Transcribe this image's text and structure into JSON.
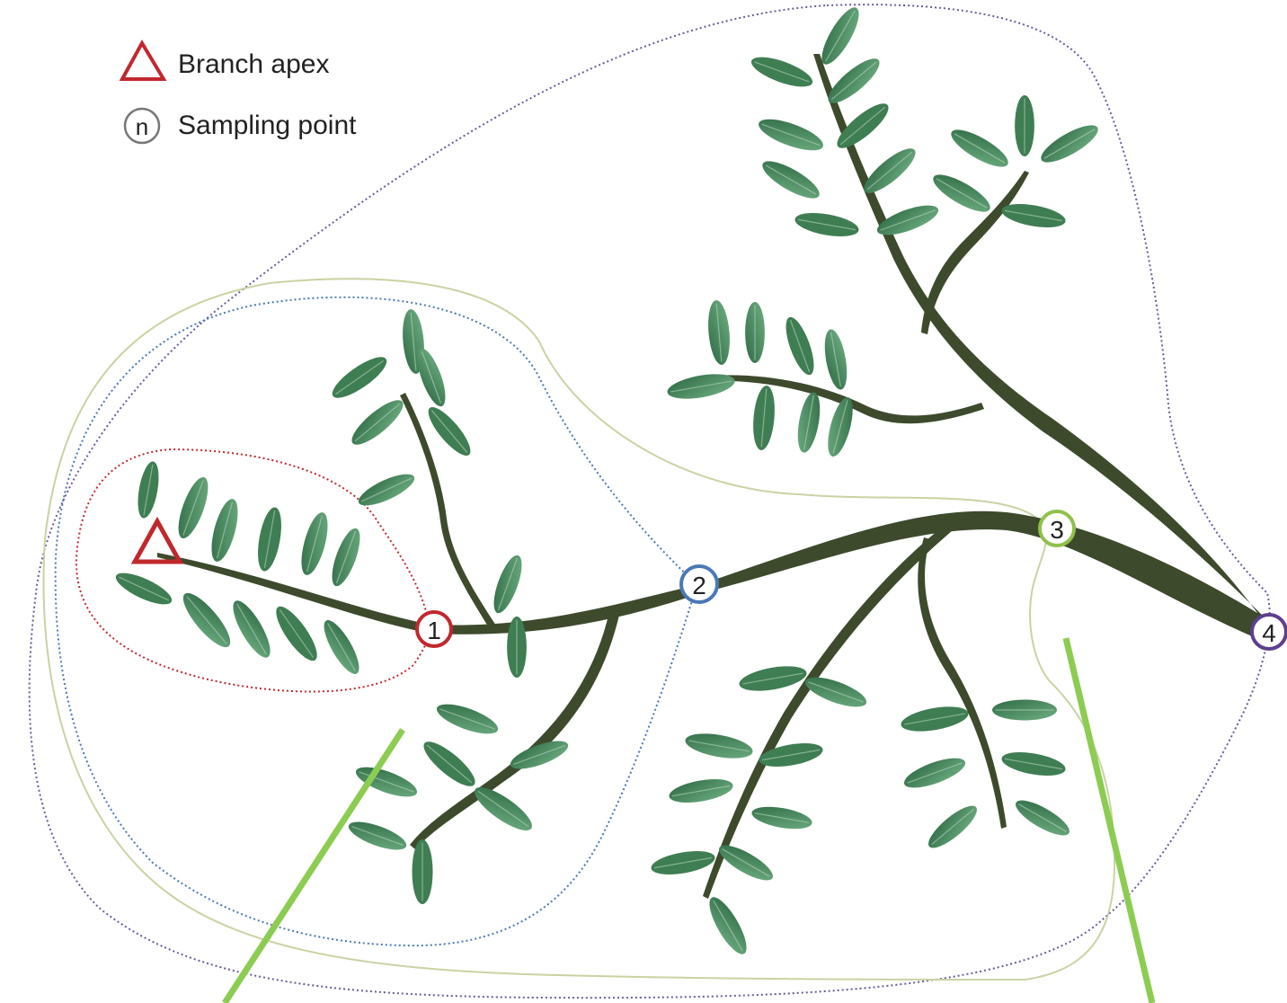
{
  "legend": {
    "apex_label": "Branch apex",
    "sample_symbol": "n",
    "sample_label": "Sampling point"
  },
  "sampling_points": [
    {
      "label": "1",
      "color": "#c0282d"
    },
    {
      "label": "2",
      "color": "#4a78b5"
    },
    {
      "label": "3",
      "color": "#8fc14a"
    },
    {
      "label": "4",
      "color": "#5e3f8e"
    }
  ],
  "colors": {
    "branch": "#3d4a2c",
    "leaf": "#3f7d52",
    "leaf_light": "#6fae82",
    "leaf_vein": "#b7d6bf",
    "zone1": "#c0282d",
    "zone2": "#4a78b5",
    "zone3": "#c8d3a2",
    "zone4": "#6a5a9e",
    "pointer": "#8ccc52",
    "apex": "#c0282d",
    "legend_text": "#222222"
  }
}
